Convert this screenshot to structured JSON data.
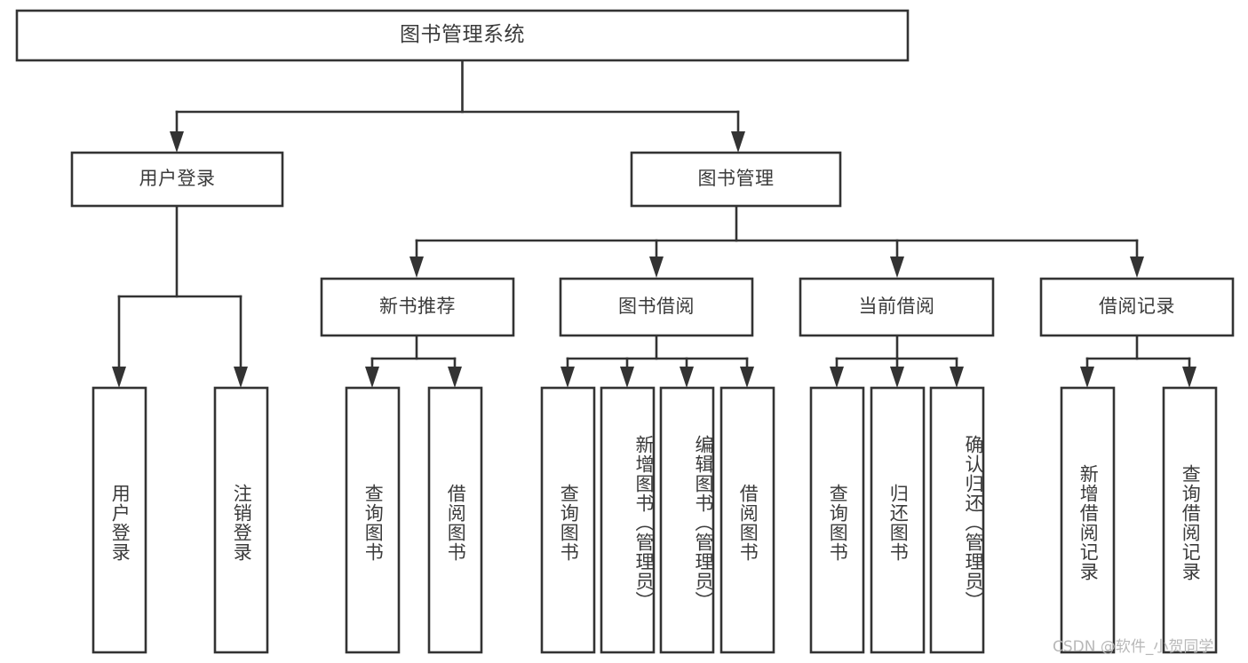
{
  "diagram": {
    "title": "图书管理系统",
    "type": "tree-hierarchy-chart",
    "root": {
      "label": "图书管理系统"
    },
    "level2": [
      {
        "label": "用户登录"
      },
      {
        "label": "图书管理"
      }
    ],
    "level3": [
      {
        "label": "新书推荐"
      },
      {
        "label": "图书借阅"
      },
      {
        "label": "当前借阅"
      },
      {
        "label": "借阅记录"
      }
    ],
    "leaves": {
      "user_login": [
        {
          "label": "用户登录"
        },
        {
          "label": "注销登录"
        }
      ],
      "new_book_recommend": [
        {
          "label": "查询图书"
        },
        {
          "label": "借阅图书"
        }
      ],
      "book_borrow": [
        {
          "label": "查询图书"
        },
        {
          "label": "新增图书（管理员）"
        },
        {
          "label": "编辑图书（管理员）"
        },
        {
          "label": "借阅图书"
        }
      ],
      "current_borrow": [
        {
          "label": "查询图书"
        },
        {
          "label": "归还图书"
        },
        {
          "label": "确认归还（管理员）"
        }
      ],
      "borrow_record": [
        {
          "label": "新增借阅记录"
        },
        {
          "label": "查询借阅记录"
        }
      ]
    },
    "watermark": "CSDN @软件_小贺同学",
    "colors": {
      "stroke": "#333333",
      "text": "#3b3b3b",
      "background": "#ffffff",
      "watermark": "#b8b8b8"
    }
  }
}
